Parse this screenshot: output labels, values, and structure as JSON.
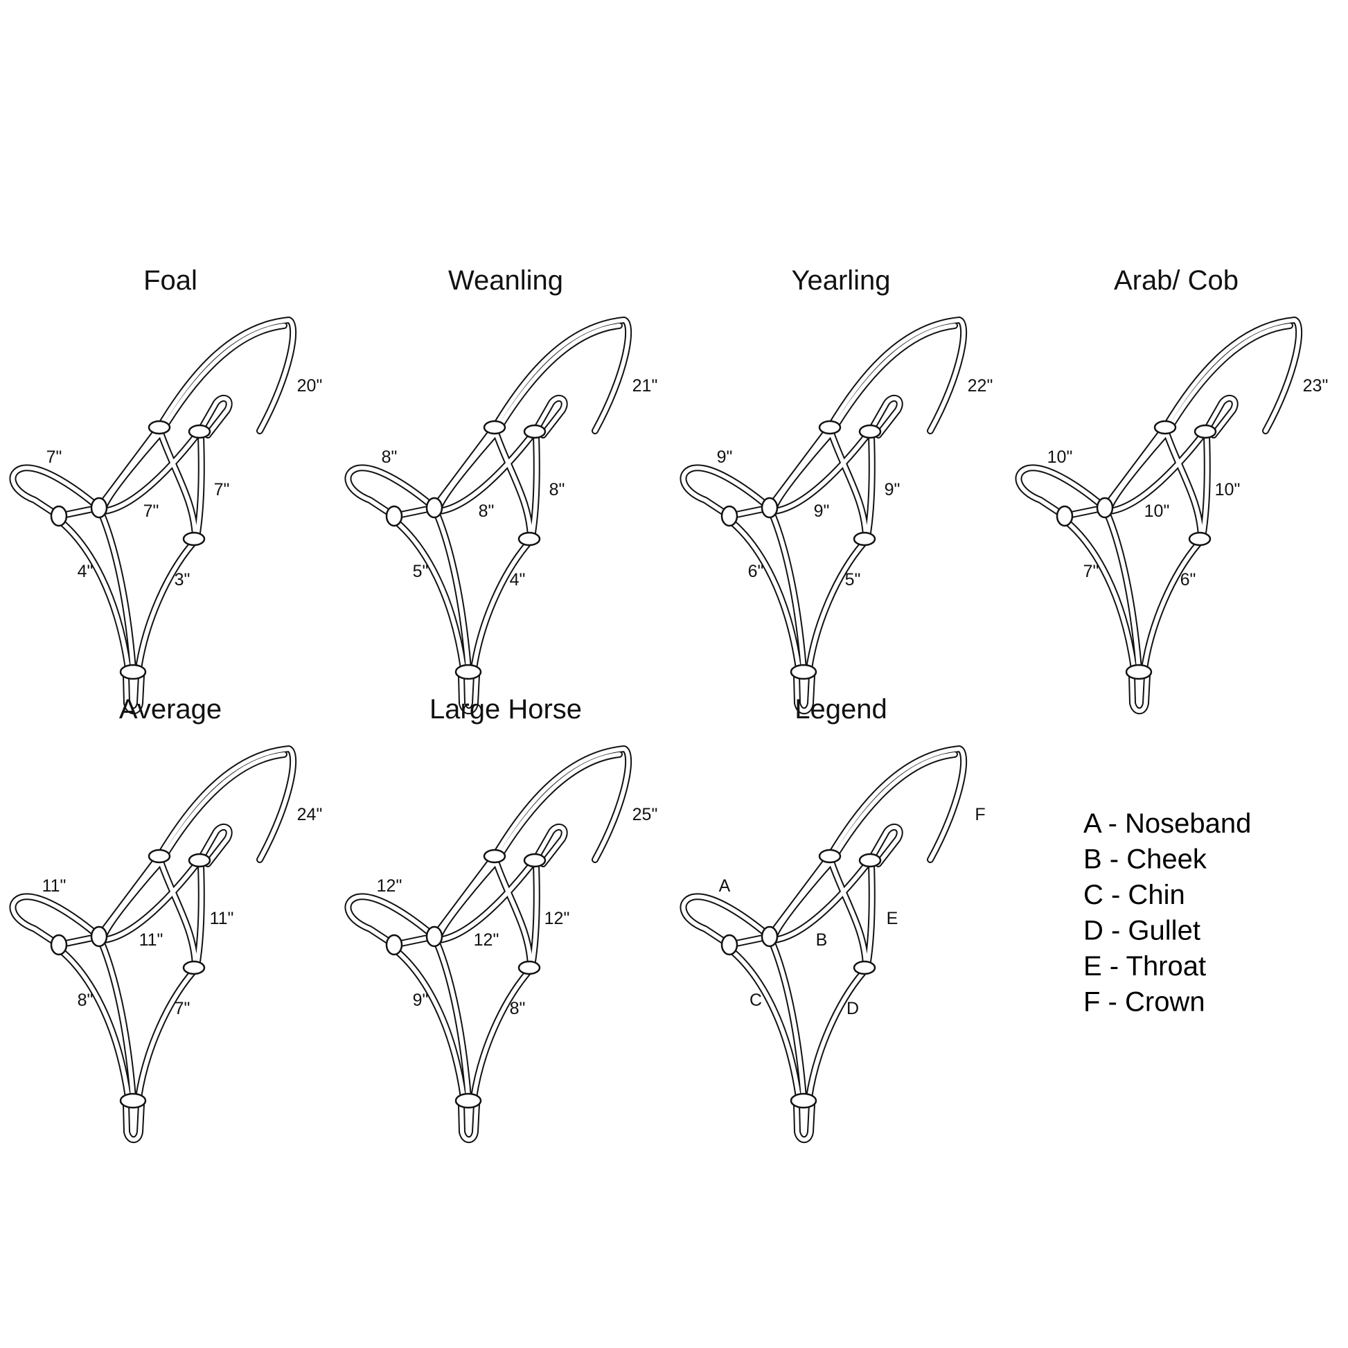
{
  "halters": [
    {
      "title": "Foal",
      "labels": {
        "A": "7\"",
        "B": "7\"",
        "C": "4\"",
        "D": "3\"",
        "E": "7\"",
        "F": "20\""
      }
    },
    {
      "title": "Weanling",
      "labels": {
        "A": "8\"",
        "B": "8\"",
        "C": "5\"",
        "D": "4\"",
        "E": "8\"",
        "F": "21\""
      }
    },
    {
      "title": "Yearling",
      "labels": {
        "A": "9\"",
        "B": "9\"",
        "C": "6\"",
        "D": "5\"",
        "E": "9\"",
        "F": "22\""
      }
    },
    {
      "title": "Arab/ Cob",
      "labels": {
        "A": "10\"",
        "B": "10\"",
        "C": "7\"",
        "D": "6\"",
        "E": "10\"",
        "F": "23\""
      }
    },
    {
      "title": "Average",
      "labels": {
        "A": "11\"",
        "B": "11\"",
        "C": "8\"",
        "D": "7\"",
        "E": "11\"",
        "F": "24\""
      }
    },
    {
      "title": "Large Horse",
      "labels": {
        "A": "12\"",
        "B": "12\"",
        "C": "9\"",
        "D": "8\"",
        "E": "12\"",
        "F": "25\""
      }
    },
    {
      "title": "Legend",
      "labels": {
        "A": "A",
        "B": "B",
        "C": "C",
        "D": "D",
        "E": "E",
        "F": "F"
      }
    }
  ],
  "legend": [
    "A - Noseband",
    "B - Cheek",
    "C - Chin",
    "D - Gullet",
    "E - Throat",
    "F - Crown"
  ]
}
